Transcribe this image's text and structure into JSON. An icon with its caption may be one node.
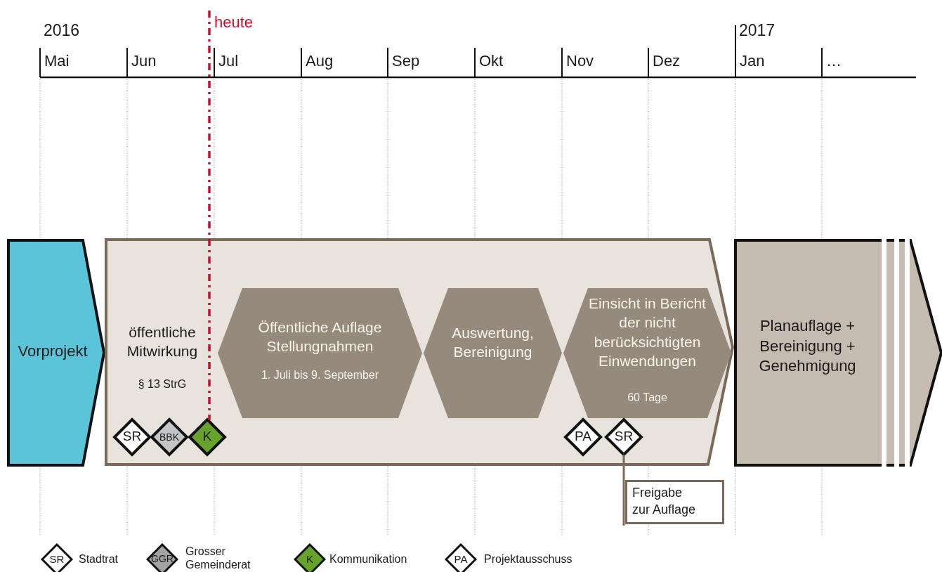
{
  "diagram": {
    "nodes": [
      {
        "text": [
          "Vorprojekt"
        ]
      },
      {
        "text": [
          "öffentliche Mitwirkung",
          "§ 13 StrG"
        ]
      },
      {
        "text": [
          "Öffentliche Auflage Stellungnahmen",
          "1. Juli bis 9. September"
        ],
        "in": 1
      },
      {
        "text": [
          "Auswertung, Bereinigung"
        ],
        "in": 1
      },
      {
        "text": [
          "Einsicht in Bericht der nicht berücksichtigten Einwendungen",
          "60 Tage"
        ],
        "in": 1
      },
      {
        "text": [
          "SR"
        ],
        "in": 1
      },
      {
        "text": [
          "BBK"
        ],
        "in": 1
      },
      {
        "text": [
          "K"
        ],
        "in": 1
      },
      {
        "text": [
          "PA"
        ],
        "in": 1
      },
      {
        "text": [
          "SR"
        ],
        "in": 1
      },
      {
        "text": [
          "Freigabe zur Auflage"
        ]
      },
      {
        "text": [
          "Planauflage + Bereinigung + Genehmigung"
        ]
      }
    ],
    "edges": [
      {
        "from": 9,
        "to": 10,
        "arrow": "none"
      }
    ],
    "labels": [
      "heute",
      "2016",
      "2017",
      "Mai",
      "Jun",
      "Jul",
      "Aug",
      "Sep",
      "Okt",
      "Nov",
      "Dez",
      "Jan",
      "…",
      "SR",
      "GGR",
      "K",
      "PA"
    ],
    "legend": [
      {
        "text": "Stadtrat"
      },
      {
        "text": "Grosser Gemeinderat",
        "color": "#a3a3a3"
      },
      {
        "text": "Kommunikation",
        "color": "#67a32b"
      },
      {
        "text": "Projektausschuss"
      }
    ]
  }
}
